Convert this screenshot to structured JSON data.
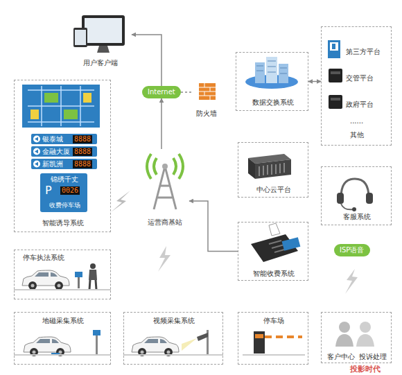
{
  "diagram": {
    "nodes": [
      {
        "text": [
          "用户客户端"
        ]
      },
      {
        "text": [
          "Internet"
        ]
      },
      {
        "text": [
          "防火墙"
        ]
      },
      {
        "text": [
          "数据交换系统"
        ]
      },
      {
        "text": [
          "......",
          "其他"
        ]
      },
      {
        "text": [
          "第三方平台"
        ],
        "in": 4
      },
      {
        "text": [
          "交管平台"
        ],
        "in": 4
      },
      {
        "text": [
          "政府平台"
        ],
        "in": 4
      },
      {
        "text": [
          "智能诱导系统"
        ]
      },
      {
        "text": [
          "银泰城",
          "8888"
        ],
        "in": 8
      },
      {
        "text": [
          "金融大厦",
          "8888"
        ],
        "in": 8
      },
      {
        "text": [
          "新凯洲",
          "8888"
        ],
        "in": 8
      },
      {
        "text": [
          "锦绣千丈",
          "P",
          "0026",
          "收费停车场"
        ],
        "in": 8
      },
      {
        "text": [
          "运营商基站"
        ]
      },
      {
        "text": [
          "中心云平台"
        ]
      },
      {
        "text": [
          "客服系统"
        ]
      },
      {
        "text": [
          "ISP语音"
        ]
      },
      {
        "text": [
          "智能收费系统"
        ]
      },
      {
        "text": [
          "停车执法系统"
        ]
      },
      {
        "text": [
          "地磁采集系统"
        ]
      },
      {
        "text": [
          "视频采集系统"
        ]
      },
      {
        "text": [
          "停车场"
        ]
      },
      {
        "text": [
          "客户中心",
          "投诉处理"
        ]
      }
    ],
    "edges": [
      {
        "from": 1,
        "to": 0,
        "arrow": "to"
      },
      {
        "from": 1,
        "to": 2,
        "arrow": "none"
      },
      {
        "from": 13,
        "to": 1,
        "arrow": "to"
      },
      {
        "from": 17,
        "to": 13,
        "arrow": "to"
      },
      {
        "from": 3,
        "to": 4,
        "arrow": "both"
      }
    ],
    "labels": [
      "投影时代"
    ]
  }
}
